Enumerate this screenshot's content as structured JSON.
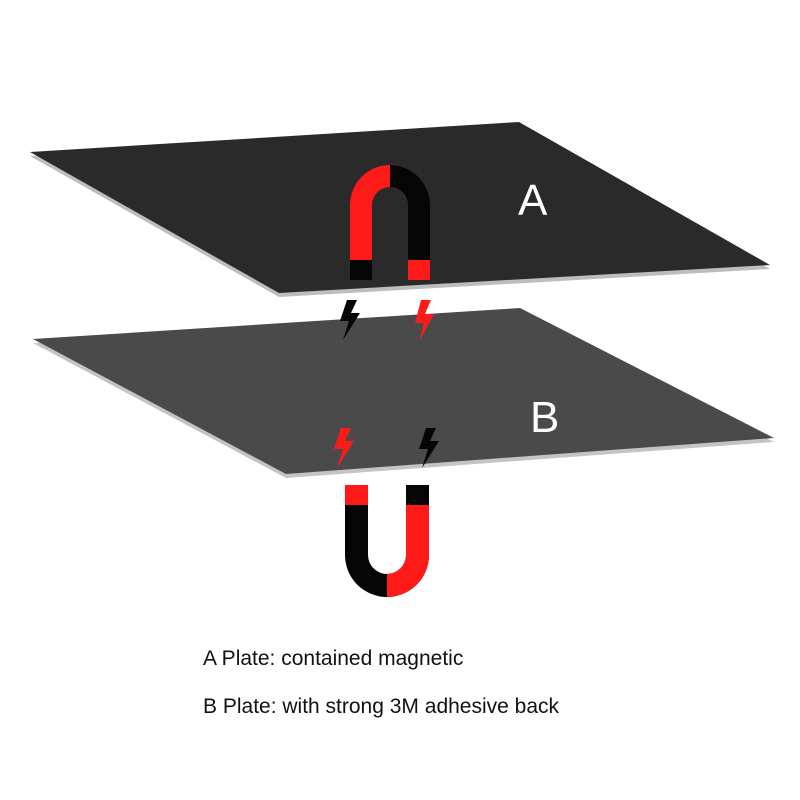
{
  "plates": {
    "a": {
      "label": "A",
      "caption": "A Plate: contained magnetic",
      "color": "#2a2a2a",
      "edge_color": "#bdbdbd"
    },
    "b": {
      "label": "B",
      "caption": "B Plate: with strong 3M adhesive back",
      "color": "#4a4a4a",
      "edge_color": "#c4c4c4"
    }
  },
  "magnets": {
    "red": "#ff1a1a",
    "black": "#050505"
  },
  "icons": {
    "top_left_bolt": "lightning-bolt-icon",
    "top_right_bolt": "lightning-bolt-icon",
    "bottom_left_bolt": "lightning-bolt-icon",
    "bottom_right_bolt": "lightning-bolt-icon"
  }
}
